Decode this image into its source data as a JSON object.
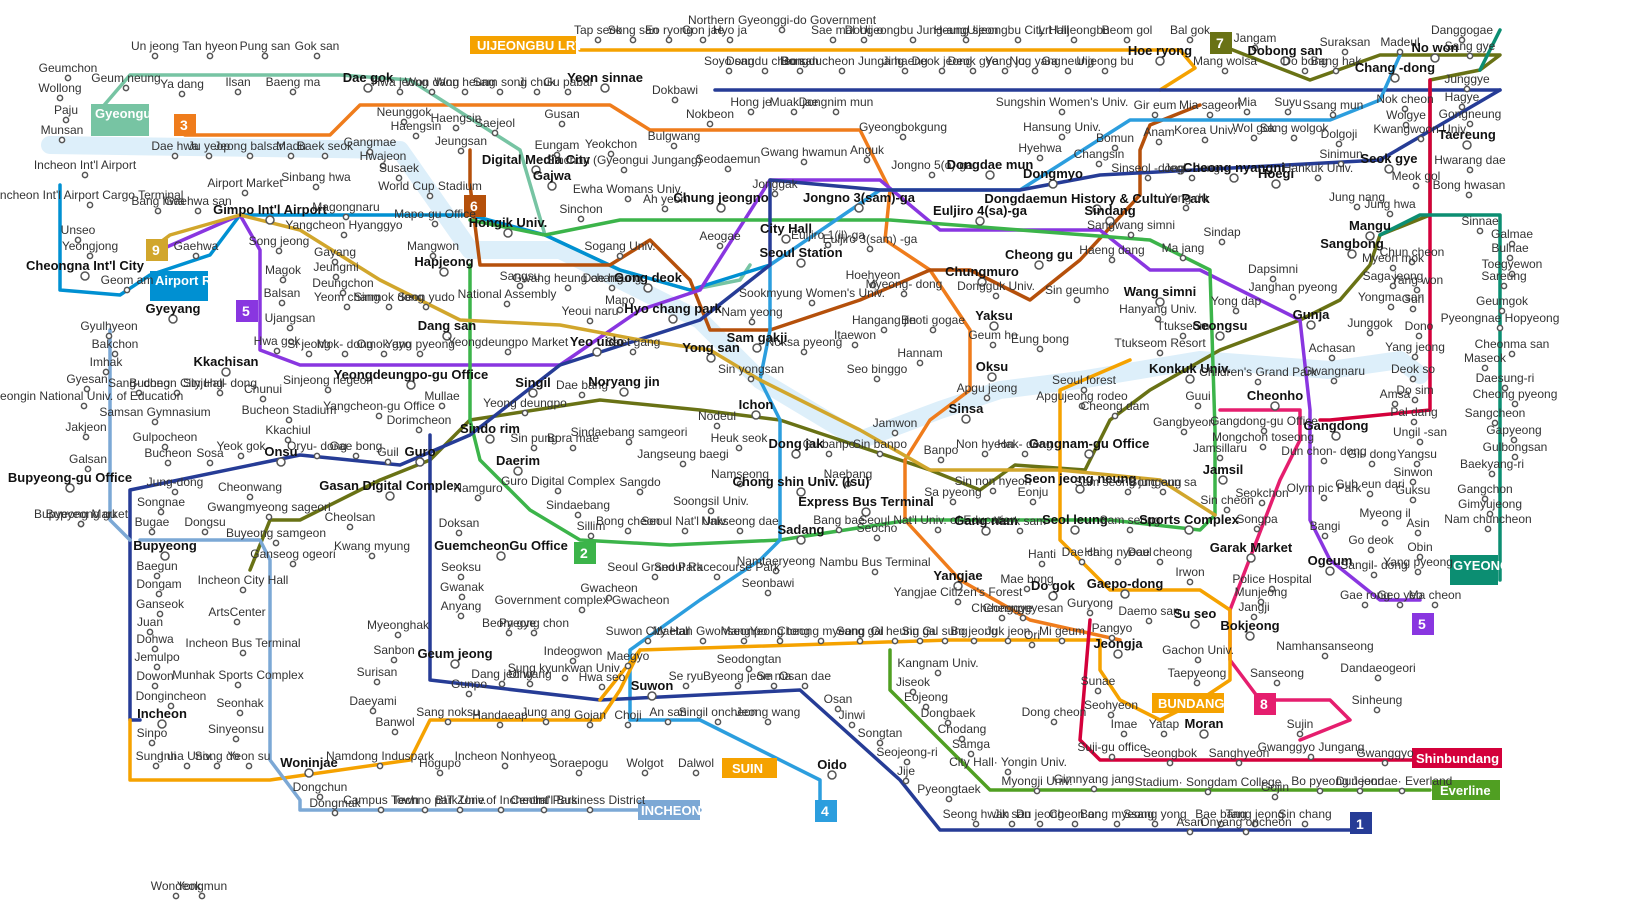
{
  "colors": {
    "line1": "#263C96",
    "line2": "#3CB44A",
    "line3": "#EF7C1C",
    "line4": "#2C9EDE",
    "line5": "#8936E0",
    "line6": "#B5500B",
    "line7": "#697215",
    "line8": "#E51E6E",
    "line9": "#D1A62C",
    "airport": "#0090D2",
    "gyeongui": "#77C4A3",
    "bundang": "#F5A200",
    "shinbundang": "#D4003B",
    "everline": "#509F22",
    "incheon": "#7CA8D5",
    "suin": "#F5A200",
    "uijeongbu": "#FDA600",
    "gyeongchun": "#0C8E72",
    "river": "#DDEFFA"
  },
  "badges": [
    {
      "id": "uijeongbu",
      "label": "UIJEONGBU LRT"
    },
    {
      "id": "gyeongui",
      "label": "Gyeongui Jungang"
    },
    {
      "id": "airport",
      "label": "Airport Railroad"
    },
    {
      "id": "bundang",
      "label": "BUNDANG"
    },
    {
      "id": "shinbundang",
      "label": "Shinbundang"
    },
    {
      "id": "everline",
      "label": "Everline"
    },
    {
      "id": "suin",
      "label": "SUIN"
    },
    {
      "id": "incheon",
      "label": "INCHEON"
    },
    {
      "id": "gyeongchun",
      "label": "GYEONG CHUN"
    }
  ],
  "line_numbers": [
    "1",
    "2",
    "3",
    "4",
    "5",
    "6",
    "7",
    "8",
    "9"
  ],
  "stations": [
    "Tap seok",
    "Song san",
    "Eo ryong",
    "Gon jae",
    "Hyo ja",
    "Northern Gyeonggi-do Government",
    "Sae mal",
    "Dong o",
    "Uijeongbu Jung-ang",
    "Heung seon",
    "Uijeongbu City Hall",
    "Lrt Uijeongbu",
    "Beom gol",
    "Bal gok",
    "Hoe ryong",
    "Jangam",
    "Dobong san",
    "Suraksan",
    "Madeul",
    "No won",
    "Danggogae",
    "Sang gye",
    "Soyo san",
    "Dongdu cheon",
    "Bo san",
    "Dongducheon Jungang",
    "Ji haeng",
    "Deok jeong",
    "Deok gye",
    "Yang ju",
    "Nog yang",
    "Ga neung",
    "Uijeong bu",
    "Mang wolsa",
    "Do bong",
    "Bang hak",
    "Chang -dong",
    "Un jeong",
    "Tan hyeon",
    "Pung san",
    "Gok san",
    "Geumchon",
    "Geum neung",
    "Ya dang",
    "Ilsan",
    "Baeng ma",
    "Wollong",
    "Paju",
    "Munsan",
    "Dae gok",
    "Hwa jeong",
    "Won dang",
    "Won heung",
    "Sam song",
    "Ji chuk",
    "Gu pabal",
    "Yeon sinnae",
    "Dokbawi",
    "Neunggok",
    "Haengsin",
    "Haengsin",
    "Saejeol",
    "Gusan",
    "Bulgwang",
    "Dae hwa",
    "Ju yeop",
    "Jeong balsan",
    "Madu",
    "Baek seok",
    "Gangmae",
    "Hwajeon",
    "Susaek",
    "Jeungsan",
    "Eungam",
    "Yeokchon",
    "Digital Media City",
    "Gajwa",
    "Sinchon (Gyeongui Jungang)",
    "Nokbeon",
    "Hong je",
    "Muak jae",
    "Dongnim mun",
    "Gyeongbokgung",
    "Incheon Int'l Airport",
    "Incheon Int'l Airport Cargo Terminal",
    "Unseo",
    "Yeongjong",
    "Cheongna Int'l City",
    "Geom am",
    "Airport Market",
    "Sinbang hwa",
    "Bang hwa",
    "Gaehwa san",
    "Gaehwa",
    "Gimpo Int'l Airport",
    "Magongnaru",
    "Yangcheon Hyanggyo",
    "Gayang",
    "Jeungmi",
    "Deungchon",
    "Yeom chang",
    "Sinmok dong",
    "Seon yudo",
    "World Cup Stadium",
    "Mapo-gu Office",
    "Mangwon",
    "Hapjeong",
    "Hongik Univ.",
    "Sinchon",
    "Ewha Womans Univ.",
    "Ah yeon",
    "Sogang Univ.",
    "Chung jeongno",
    "Aeogae",
    "Seodaemun",
    "Gwang hwamun",
    "Jonggak",
    "City Hall",
    "Seoul Station",
    "Euljiro 1(il)-ga",
    "Jongno 3(sam)-ga",
    "Euljiro 3(sam) -ga",
    "Euljiro 4(sa)-ga",
    "Jongno 5(o)-ga",
    "Dongdae mun",
    "Anguk",
    "Song jeong",
    "Magok",
    "Balsan",
    "Ujangsan",
    "Hwa gok",
    "Kkachisan",
    "Gyeyang",
    "Gyulhyeon",
    "Bakchon",
    "Imhak",
    "Gyesan",
    "Gyeongin National Univ. of Education",
    "Jakjeon",
    "Galsan",
    "Bupyeong-gu Office",
    "Bupyeong Market",
    "Bupyeong",
    "Sangsu",
    "Gwang heung chang",
    "Dae heung",
    "Gong deok",
    "Mapo",
    "Yeoui naru",
    "National Assembly",
    "Dang san",
    "Yeongdeungpo Market",
    "Yeo uido",
    "Saet gang",
    "Hyo chang park",
    "Yong san",
    "Nam yeong",
    "Sam gakji",
    "Sookmyung Women's Univ.",
    "Noksa pyeong",
    "Si jeong",
    "Mok- dong",
    "Omok gyo",
    "Yang pyeong",
    "Yeongdeungpo-gu Office",
    "Mullae",
    "Singil",
    "Dae bang",
    "Noryang jin",
    "Sinjeong negeori",
    "Yangcheon-gu Office",
    "Dorimcheon",
    "Sindo rim",
    "Yeong deungpo",
    "Sang- dong",
    "Bucheon City Hall",
    "Sinjung- dong",
    "Chunui",
    "Samsan Gymnasium",
    "Gulpocheon",
    "Bucheon",
    "Sosa",
    "Yeok gok",
    "Onsu",
    "Bucheon Stadium",
    "Kkachiul",
    "Oryu- dong",
    "Gae bong",
    "Guil",
    "Guro",
    "Sin pung",
    "Bora mae",
    "Sindaebang samgeori",
    "Jangseung baegi",
    "Heuk seok",
    "Dong jak",
    "Gu banpo",
    "Sin banpo",
    "Jung-dong",
    "Songnae",
    "Bugae",
    "Dongsu",
    "Cheonwang",
    "Gwangmyeong sageori",
    "Cheolsan",
    "Gasan Digital Complex",
    "Namguro",
    "Daerim",
    "Guro Digital Complex",
    "Sindaebang",
    "Sangdo",
    "Namseong",
    "Soongsil Univ.",
    "Chong shin Univ. (Isu)",
    "Naebang",
    "Express Bus Terminal",
    "Bupyeong gu",
    "Buyeong samgeon",
    "Ganseog ogeori",
    "Kwang myung",
    "Doksan",
    "GuemcheonGu Office",
    "Sillim",
    "Bong cheon",
    "Seoul Nat'l Univ.",
    "Nakseong dae",
    "Sadang",
    "Bang bae",
    "Seocho",
    "Seoul Nat'l Univ. of Education",
    "Gang nam",
    "Yeok sam",
    "Seol leung",
    "Sam seong",
    "Sports Complex",
    "Baegun",
    "Dongam",
    "Ganseok",
    "Juan",
    "Dohwa",
    "Jemulpo",
    "Dowon",
    "Dongincheon",
    "Incheon",
    "Sinpo",
    "Incheon City Hall",
    "ArtsCenter",
    "Incheon Bus Terminal",
    "Munhak Sports Complex",
    "Seonhak",
    "Sinyeonsu",
    "Seoksu",
    "Gwanak",
    "Anyang",
    "Myeonghak",
    "Gwacheon",
    "Government complex Gwacheon",
    "Beom gye",
    "Pyeong chon",
    "Namtaeryeong",
    "Seoul Grand Park",
    "Seoul Racecourse Park",
    "Seonbawi",
    "Nambu Bus Terminal",
    "Yangjae",
    "Yangjae Citizen's Forest",
    "Cheonggyesan",
    "Sanbon",
    "Surisan",
    "Geum jeong",
    "Daeyami",
    "Banwol",
    "Gunpo",
    "Dang jeong",
    "Ui wang",
    "Sung kyunkwan Univ.",
    "Hwa seo",
    "Suwon",
    "Indeogwon",
    "Maegyo",
    "Se ryu",
    "Seodongtan",
    "Byeong jeom",
    "Se ma",
    "Osan dae",
    "Osan",
    "Jinwi",
    "Songtan",
    "Seojeong-ri",
    "Jije",
    "Pyeongtaek",
    "Sang noksu",
    "Handaeap",
    "Jung ang",
    "Gojan",
    "Choji",
    "An san",
    "Singil oncheon",
    "Jeong wang",
    "Oido",
    "Woninjae",
    "Namdong Induspark",
    "Hogupo",
    "Incheon Nonhyeon",
    "Soraepogu",
    "Wolgot",
    "Dalwol",
    "Sung ui",
    "Inha Univ.",
    "Song do",
    "Yeon su",
    "Dongchun",
    "Dongmak",
    "Campus Town",
    "Techno park",
    "BIT Zone",
    "Univ.of Incheon",
    "Central Park",
    "Int'l Business District",
    "Suwon City Hall",
    "Maetan Gwonseon",
    "Mang po",
    "Yeong tong",
    "Cheong myeong",
    "Sang gal",
    "Gi heung",
    "Sin gal",
    "Gu sung",
    "Bo jeong",
    "Juk jeon",
    "Ori",
    "Mi geum",
    "Jeongja",
    "Pangyo",
    "Cheonggye",
    "Dong cheon",
    "Sunae",
    "Seohyeon",
    "Imae",
    "Yatap",
    "Moran",
    "Sujin",
    "Kangnam Univ.",
    "Jiseok",
    "Eojeong",
    "Dongbaek",
    "Chodang",
    "Samga",
    "City Hall· Yongin Univ.",
    "Myongji Univ.",
    "Gimnyang jang",
    "Stadium· Songdam College",
    "Gojin",
    "Bo pyeong",
    "Dun jeon",
    "Jeondae· Everland",
    "Seong hwan",
    "Jik san",
    "Du jeong",
    "Cheon an",
    "Bong myeong",
    "Ssang yong",
    "Asan",
    "Bae bang",
    "Tang jeong",
    "Sin chang",
    "Onyang oncheon",
    "Suji-gu office",
    "Seongbok",
    "Sanghyeon",
    "Gwanggyo Jungang",
    "Gwanggyo",
    "Gaepo-dong",
    "Daemo san",
    "Guryong",
    "Irwon",
    "Su seo",
    "Dae chi",
    "Hang nyeoul",
    "Dae cheong",
    "Hanti",
    "Mae bong",
    "Do gok",
    "Gachon Univ.",
    "Taepyeong",
    "Bokjeong",
    "Namhansanseong",
    "Sanseong",
    "Dandaeogeori",
    "Sinheung",
    "Jangji",
    "Munjeong",
    "Police Hospital",
    "Garak Market",
    "Songpa",
    "Seokchon",
    "Sungshin Women's Univ.",
    "Hansung Univ.",
    "Hyehwa",
    "Dongmyo",
    "Changsin",
    "Bomun",
    "Sinseol -dong",
    "Jegi- dong",
    "Cheong nyangni",
    "Hoegi",
    "Hankuk Univ.",
    "Sinimun",
    "Anam",
    "Korea Univ.",
    "Wol gok",
    "Sang wolgok",
    "Dolgoji",
    "Gir eum",
    "Mia sageori",
    "Mia",
    "Suyu",
    "Ssang mun",
    "Dongdaemun History & Culture Park",
    "Sindang",
    "Sangwang simni",
    "Haeng dang",
    "Ma jang",
    "Wang simni",
    "Hanyang Univ.",
    "Ttukseom",
    "Seongsu",
    "Sindap",
    "Yong dap",
    "Yong du",
    "Cheong gu",
    "Sin geumho",
    "Chungmuro",
    "Dongguk Univ.",
    "Yaksu",
    "Geum ho",
    "Oksu",
    "Apgu jeong",
    "Sinsa",
    "Jamwon",
    "Eung bong",
    "Hannam",
    "Seo binggo",
    "Itaewon",
    "Hangang jin",
    "Beoti gogae",
    "Hoehyeon",
    "Myeong- dong",
    "Sin yongsan",
    "Ichon",
    "Nodeul",
    "Seoul forest",
    "Apgujeong rodeo",
    "Cheong dam",
    "Gangnam-gu Office",
    "Hak- dong",
    "Non hyeon",
    "Banpo",
    "Sin non hyeon",
    "Eonju",
    "Sa pyeong",
    "Seon jeong neung",
    "Sam seong jungang",
    "Bong eun sa",
    "Jamsil",
    "Sin cheon",
    "Jamsillaru",
    "Gangbyeon",
    "Guui",
    "Konkuk Univ.",
    "Ttukseom Resort",
    "Children's Grand Park",
    "Gunja",
    "Janghan pyeong",
    "Dapsimni",
    "Achasan",
    "Gwangnaru",
    "Cheonho",
    "Gangdong",
    "Gangdong-gu Office",
    "Mongchon toseong",
    "Dun chon- dong",
    "Olym pic Park",
    "Bangi",
    "Ogeum",
    "Gil- dong",
    "Gub eun dari",
    "Myeong il",
    "Go deok",
    "Sangil- dong",
    "Gae rong",
    "Geo yeo",
    "Ma cheon",
    "Amsa",
    "Nok cheon",
    "Wolgye",
    "Kwangwoon Univ.",
    "Seok gye",
    "Meok gol",
    "Taereung",
    "Hwarang dae",
    "Bong hwasan",
    "Junggye",
    "Hagye",
    "Gongneung",
    "Sangbong",
    "Jung hwa",
    "Mangu",
    "Myeon mok",
    "Saga jeong",
    "Yongma san",
    "Junggok",
    "Jung nang",
    "Sinnae",
    "Galmae",
    "Bulnae",
    "Toegyewon",
    "Sareung",
    "Geumgok",
    "Pyeongnae Hopyeong",
    "Cheonma san",
    "Maseok",
    "Daesung-ri",
    "Cheong pyeong",
    "Sangcheon",
    "Gapyeong",
    "Gulbongsan",
    "Baekyang-ri",
    "Gangchon",
    "Gimyujeong",
    "Nam chuncheon",
    "Chun cheon",
    "Yang won",
    "Guri",
    "Dono",
    "Yang jeong",
    "Deok so",
    "Do sim",
    "Pal dang",
    "Ungil -san",
    "Yangsu",
    "Sinwon",
    "Guksu",
    "Asin",
    "Obin",
    "Yang pyeong",
    "Wondeok",
    "Yongmun"
  ]
}
